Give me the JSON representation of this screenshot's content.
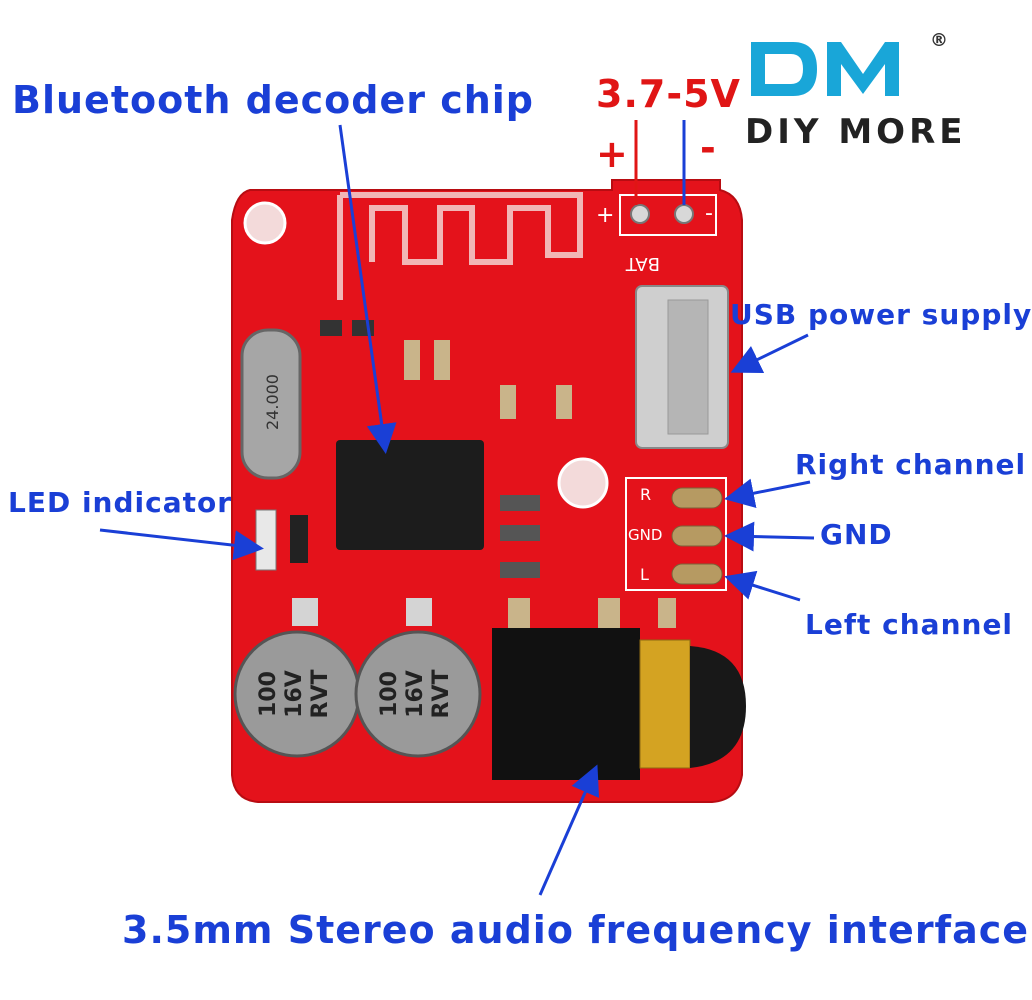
{
  "brand": {
    "logo_mark": "DM",
    "name": "DIY MORE",
    "registered": "®"
  },
  "annotations": {
    "chip": "Bluetooth decoder chip",
    "voltage": "3.7-5V",
    "plus": "+",
    "minus": "-",
    "usb": "USB power supply",
    "right": "Right channel",
    "gnd": "GND",
    "left": "Left channel",
    "led": "LED indicator",
    "jack": "3.5mm Stereo audio frequency interface"
  },
  "board_markings": {
    "crystal": "24.000",
    "cap1": [
      "100",
      "16V",
      "RVT"
    ],
    "cap2": [
      "100",
      "16V",
      "RVT"
    ],
    "bat": "BAT",
    "plus": "+",
    "minus": "-",
    "pad_r": "R",
    "pad_gnd": "GND",
    "pad_l": "L"
  },
  "colors": {
    "pcb": "#e4121b",
    "label": "#1a3fd6",
    "logo_cyan": "#19a6d8"
  }
}
